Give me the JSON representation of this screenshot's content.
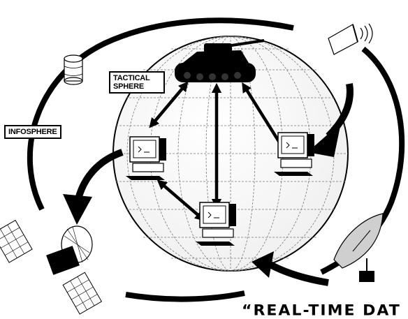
{
  "labels": {
    "tactical_sphere_line1": "TACTICAL",
    "tactical_sphere_line2": "SPHERE",
    "infosphere": "INFOSPHERE",
    "banner": "“REAL-TIME DAT"
  },
  "icons": [
    "globe-icon",
    "tank-icon",
    "computer-terminal-icon",
    "satellite-icon",
    "satellite-dish-icon",
    "database-cylinder-icon",
    "radio-transmitter-icon"
  ],
  "colors": {
    "ink": "#000000",
    "paper": "#ffffff",
    "gridline": "#7a7a7a"
  }
}
